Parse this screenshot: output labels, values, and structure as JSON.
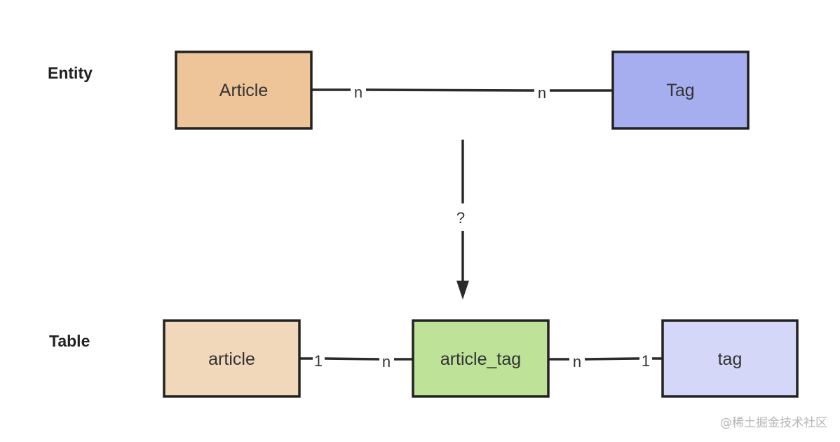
{
  "rows": {
    "entity": "Entity",
    "table": "Table"
  },
  "entities": {
    "article": {
      "label": "Article",
      "color": "#EEC499"
    },
    "tag": {
      "label": "Tag",
      "color": "#A6AEEF"
    }
  },
  "tables": {
    "article": {
      "label": "article",
      "color": "#F2D8BA"
    },
    "article_tag": {
      "label": "article_tag",
      "color": "#BDE298"
    },
    "tag": {
      "label": "tag",
      "color": "#D4D7F8"
    }
  },
  "relations": {
    "entity_link": {
      "left": "n",
      "right": "n"
    },
    "article_to_join": {
      "left": "1",
      "right": "n"
    },
    "join_to_tag": {
      "left": "n",
      "right": "1"
    }
  },
  "transform": {
    "label": "?"
  },
  "watermark": "@稀土掘金技术社区",
  "colors": {
    "stroke": "#222222",
    "text": "#333333"
  }
}
